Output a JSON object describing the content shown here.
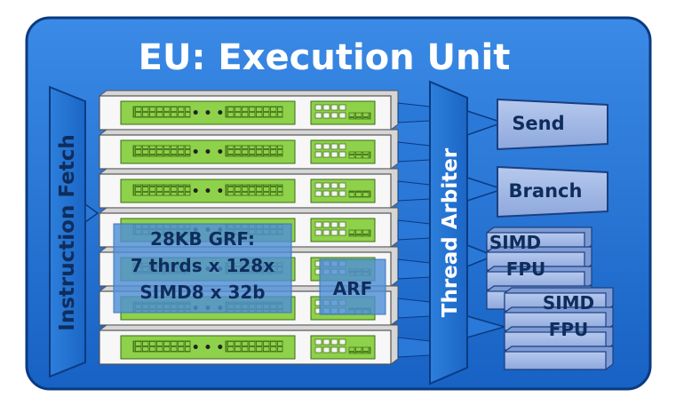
{
  "title": "EU: Execution Unit",
  "instruction_fetch": "Instruction Fetch",
  "thread_arbiter": "Thread Arbiter",
  "grf_lines": [
    "28KB GRF:",
    "7 thrds x 128x",
    "SIMD8 x 32b"
  ],
  "arf": "ARF",
  "send": "Send",
  "branch": "Branch",
  "simd_fpu_1": [
    "SIMD",
    "FPU"
  ],
  "simd_fpu_2": [
    "SIMD",
    "FPU"
  ],
  "thread_slot_ellipsis": "• • •",
  "thread_slot_count": 7,
  "colors": {
    "frame_blue": "#1d6fd2",
    "frame_dark": "#0a3f88",
    "slot_green": "#8ed14a",
    "slot_white": "#f7f7f7",
    "overlay_blue": "#4f8fd6",
    "unit_blue": "#9fb8e6"
  }
}
